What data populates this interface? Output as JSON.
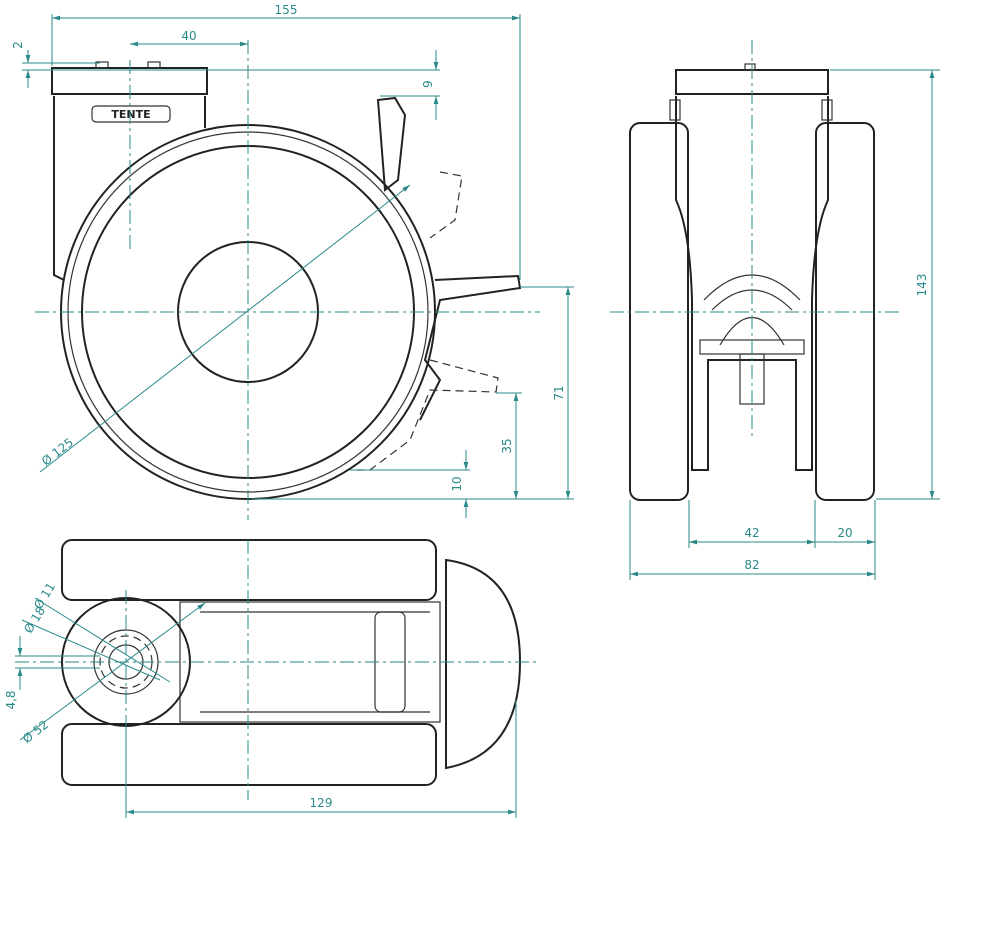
{
  "brand": "TENTE",
  "colors": {
    "dimension": "#2a8a8a",
    "outline": "#222222"
  },
  "side_view": {
    "width": "155",
    "offset": "40",
    "plate": "2",
    "top": "9",
    "diameter": "Ø 125",
    "height_axle": "71",
    "brake_height": "35",
    "ground": "10"
  },
  "front_view": {
    "height": "143",
    "inner": "42",
    "tread": "20",
    "overall": "82"
  },
  "plan_view": {
    "hole_small": "Ø 11",
    "hole_mid": "Ø 18",
    "plate_dia": "Ø 52",
    "thickness": "4,8",
    "length": "129"
  }
}
